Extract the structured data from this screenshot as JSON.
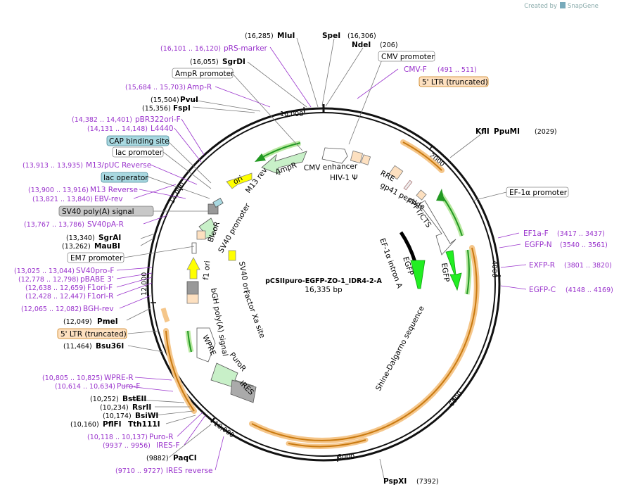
{
  "watermark": {
    "prefix": "Created by",
    "brand": "SnapGene"
  },
  "plasmid": {
    "name": "pCSIIpuro-EGFP-ZO-1_IDR4-2-A",
    "size": "16,335 bp"
  },
  "tick_labels": [
    "16,000",
    "2000",
    "4000",
    "6000",
    "8000",
    "10,000",
    "12,000",
    "14,000"
  ],
  "enzymes_top": [
    {
      "pos": "(16,285)",
      "name": "MluI"
    },
    {
      "pos": "(16,306)",
      "name": "SpeI"
    },
    {
      "pos": "(206)",
      "name": "NdeI"
    },
    {
      "pos": "(16,055)",
      "name": "SgrDI"
    },
    {
      "pos": "(15,504)",
      "name": "PvuI"
    },
    {
      "pos": "(15,356)",
      "name": "FspI"
    }
  ],
  "right_labels": [
    {
      "name": "KflI",
      "extra": "PpuMI",
      "pos": "(2029)"
    },
    {
      "name": "PspXI",
      "pos": "(7392)"
    }
  ],
  "boxed_features": {
    "cmv_promoter": "CMV promoter",
    "ltr_truncated_top": "5' LTR (truncated)",
    "ampr_promoter": "AmpR promoter",
    "cap_site": "CAP binding site",
    "lac_promoter": "lac promoter",
    "lac_operator": "lac operator",
    "sv40_polya": "SV40 poly(A) signal",
    "em7_promoter": "EM7 promoter",
    "ltr_truncated_bottom": "5' LTR (truncated)",
    "ef1a_promoter": "EF-1α promoter"
  },
  "primers": {
    "prs_marker": {
      "range": "(16,101 .. 16,120)",
      "name": "pRS-marker"
    },
    "cmv_f": {
      "name": "CMV-F",
      "range": "(491 .. 511)"
    },
    "amp_r": {
      "range": "(15,684 .. 15,703)",
      "name": "Amp-R"
    },
    "pbr322": {
      "range": "(14,382 .. 14,401)",
      "name": "pBR322ori-F"
    },
    "l4440": {
      "range": "(14,131 .. 14,148)",
      "name": "L4440"
    },
    "m13_puc_rev": {
      "range": "(13,913 .. 13,935)",
      "name": "M13/pUC Reverse"
    },
    "m13_rev": {
      "range": "(13,900 .. 13,916)",
      "name": "M13 Reverse"
    },
    "ebv_rev": {
      "range": "(13,821 .. 13,840)",
      "name": "EBV-rev"
    },
    "sv40pa_r": {
      "range": "(13,767 .. 13,786)",
      "name": "SV40pA-R"
    },
    "sv40pro_f": {
      "range": "(13,025 .. 13,044)",
      "name": "SV40pro-F"
    },
    "pbabe3": {
      "range": "(12,778 .. 12,798)",
      "name": "pBABE 3'"
    },
    "f1ori_f": {
      "range": "(12,638 .. 12,659)",
      "name": "F1ori-F"
    },
    "f1ori_r": {
      "range": "(12,428 .. 12,447)",
      "name": "F1ori-R"
    },
    "bgh_rev": {
      "range": "(12,065 .. 12,082)",
      "name": "BGH-rev"
    },
    "wpre_r": {
      "range": "(10,805 .. 10,825)",
      "name": "WPRE-R"
    },
    "puro_f": {
      "range": "(10,614 .. 10,634)",
      "name": "Puro-F"
    },
    "puro_r": {
      "range": "(10,118 .. 10,137)",
      "name": "Puro-R"
    },
    "ires_f": {
      "range": "(9937 .. 9956)",
      "name": "IRES-F"
    },
    "ires_reverse": {
      "range": "(9710 .. 9727)",
      "name": "IRES reverse"
    },
    "ef1a_f": {
      "name": "EF1a-F",
      "range": "(3417 .. 3437)"
    },
    "egfp_n": {
      "name": "EGFP-N",
      "range": "(3540 .. 3561)"
    },
    "exfp_r": {
      "name": "EXFP-R",
      "range": "(3801 .. 3820)"
    },
    "egfp_c": {
      "name": "EGFP-C",
      "range": "(4148 .. 4169)"
    }
  },
  "left_enzymes": {
    "sgrai": {
      "pos": "(13,340)",
      "name": "SgrAI"
    },
    "maubi": {
      "pos": "(13,262)",
      "name": "MauBI"
    },
    "pmei": {
      "pos": "(12,049)",
      "name": "PmeI"
    },
    "bsu36i": {
      "pos": "(11,464)",
      "name": "Bsu36I"
    },
    "bsteii": {
      "pos": "(10,252)",
      "name": "BstEII"
    },
    "rsrii": {
      "pos": "(10,234)",
      "name": "RsrII"
    },
    "bsiwi": {
      "pos": "(10,174)",
      "name": "BsiWI"
    },
    "pflfi": {
      "pos": "(10,160)",
      "name": "PflFI",
      "extra": "Tth111I"
    },
    "paqci": {
      "pos": "(9882)",
      "name": "PaqCI"
    }
  },
  "inner_features": {
    "ampr": "AmpR",
    "ori": "ori",
    "cmv_enhancer": "CMV enhancer",
    "hiv_psi": "HIV-1 Ψ",
    "rre": "RRE",
    "gp41": "gp41 peptide",
    "cppt": "cPPT/CTS",
    "m13rev": "M13 rev",
    "sv40_promoter": "SV40 promoter",
    "bleor": "BleoR",
    "sv40_ori": "SV40 ori",
    "f1_ori": "f1 ori",
    "bgh_polya": "bGH poly(A) signal",
    "factor_xa": "Factor Xa site",
    "wpre": "WPRE",
    "puror": "PuroR",
    "ires": "IRES",
    "ef1a_intron": "EF-1α intron A",
    "egfp_inner": "EGFP",
    "egfp_outer": "EGFP",
    "shine": "Shine-Dalgarno sequence"
  },
  "colors": {
    "backbone": "#111111",
    "orange_feature": "#f0a030",
    "green_feature": "#22cc22",
    "primer_purple": "#9932cc",
    "boxed_orange": "#fde0c0",
    "boxed_blue": "#a8d8e0",
    "boxed_gray": "#c8c8c8"
  }
}
